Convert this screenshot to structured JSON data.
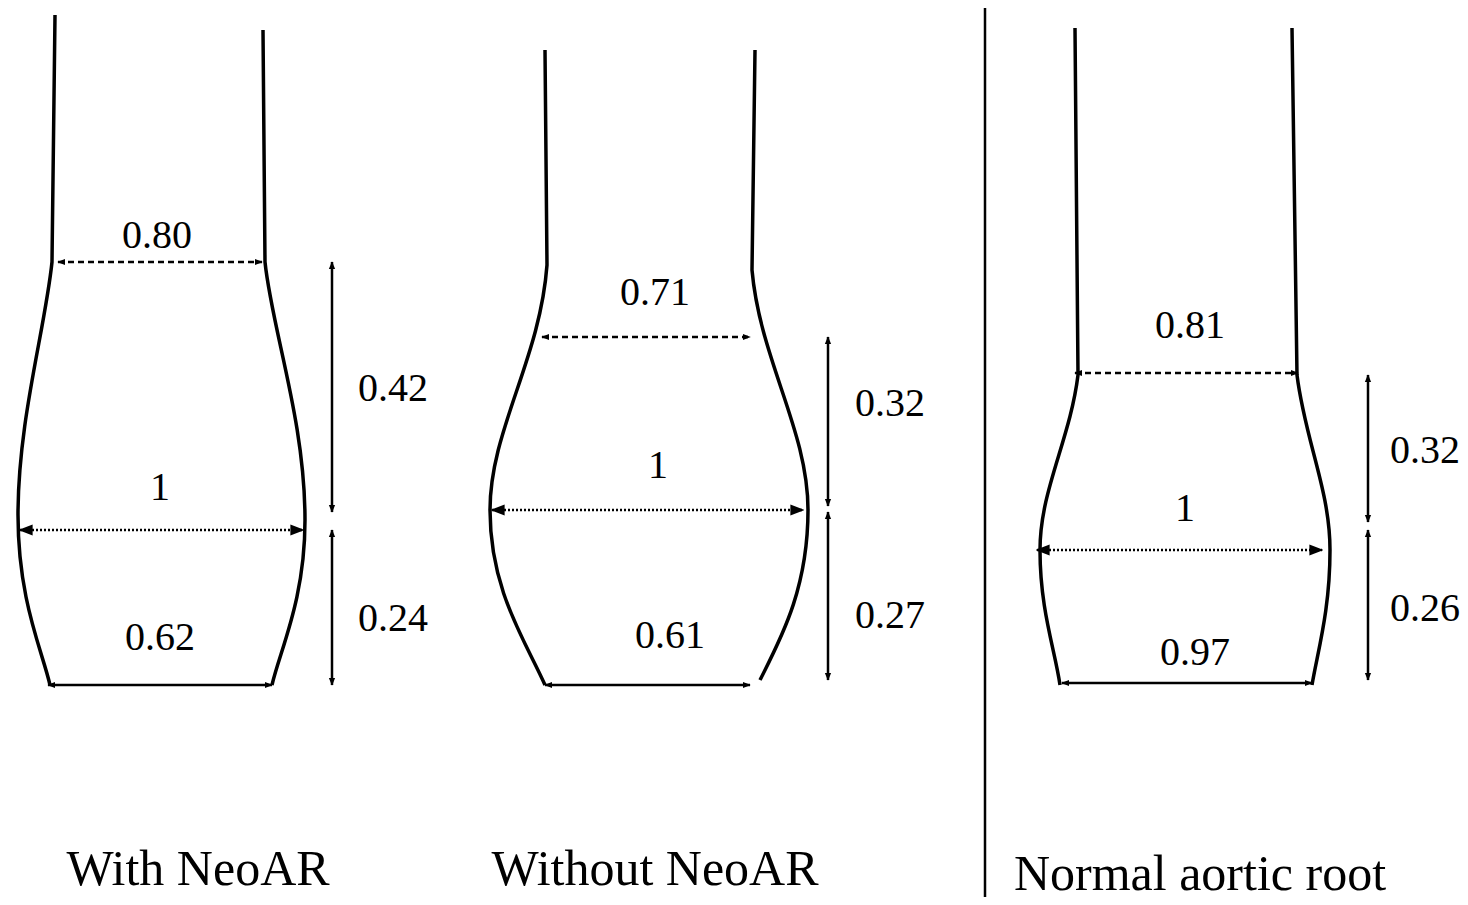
{
  "diagram": {
    "labels": [
      "0.80",
      "0.42",
      "1",
      "0.24",
      "0.62",
      "0.71",
      "0.32",
      "1",
      "0.27",
      "0.61",
      "0.81",
      "0.32",
      "1",
      "0.26",
      "0.97",
      "With NeoAR",
      "Without NeoAR",
      "Normal aortic root"
    ]
  }
}
